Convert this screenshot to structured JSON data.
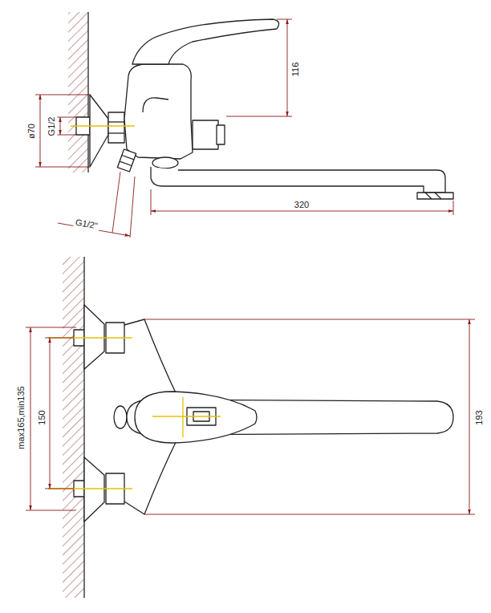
{
  "diagram": {
    "labels": [
      "116",
      "ø70",
      "G1/2",
      "G1/2\"",
      "320",
      "max165,min135",
      "150",
      "193"
    ]
  }
}
